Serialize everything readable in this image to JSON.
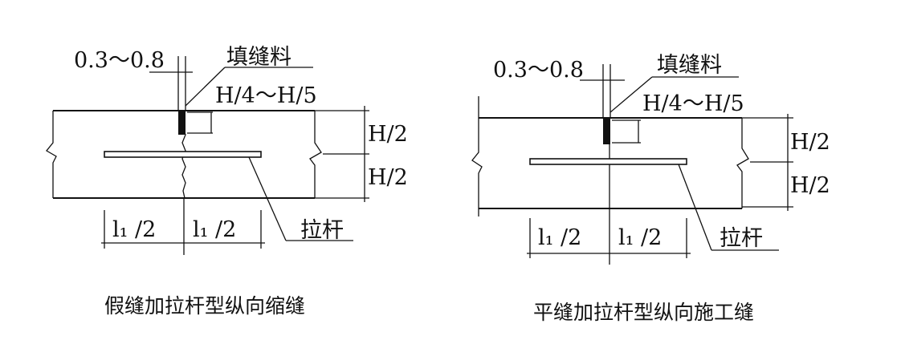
{
  "diagrams": [
    {
      "gap_label": "0.3～0.8",
      "filler_label": "填缝料",
      "depth_label": "H/4～H/5",
      "upper_half_label": "H/2",
      "lower_half_label": "H/2",
      "left_length_label": "l₁ /2",
      "right_length_label": "l₁ /2",
      "tie_bar_label": "拉杆",
      "caption": "假缝加拉杆型纵向缩缝"
    },
    {
      "gap_label": "0.3～0.8",
      "filler_label": "填缝料",
      "depth_label": "H/4～H/5",
      "upper_half_label": "H/2",
      "lower_half_label": "H/2",
      "left_length_label": "l₁ /2",
      "right_length_label": "l₁ /2",
      "tie_bar_label": "拉杆",
      "caption": "平缝加拉杆型纵向施工缝"
    }
  ]
}
